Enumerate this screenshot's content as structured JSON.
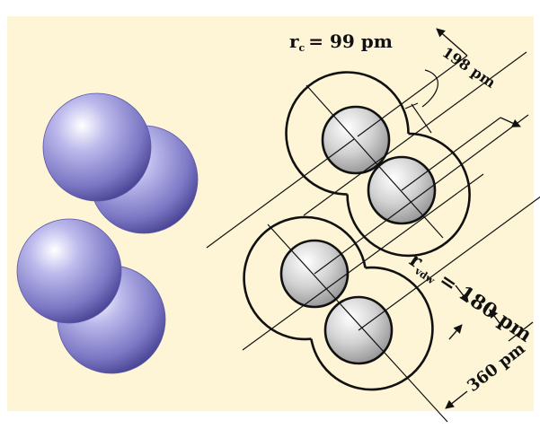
{
  "labels": {
    "rc_main": "r",
    "rc_sub": "c",
    "rc_value": "= 99 pm",
    "bond": "198 pm",
    "rvdw_main": "r",
    "rvdw_sub": "vdw",
    "rvdw_value": "= 180 pm",
    "separation": "360 pm"
  },
  "colors": {
    "background": "#fdf5d6",
    "molecule": "#7b77c4",
    "atom_core": "#c7c7c7",
    "line": "#111111"
  }
}
